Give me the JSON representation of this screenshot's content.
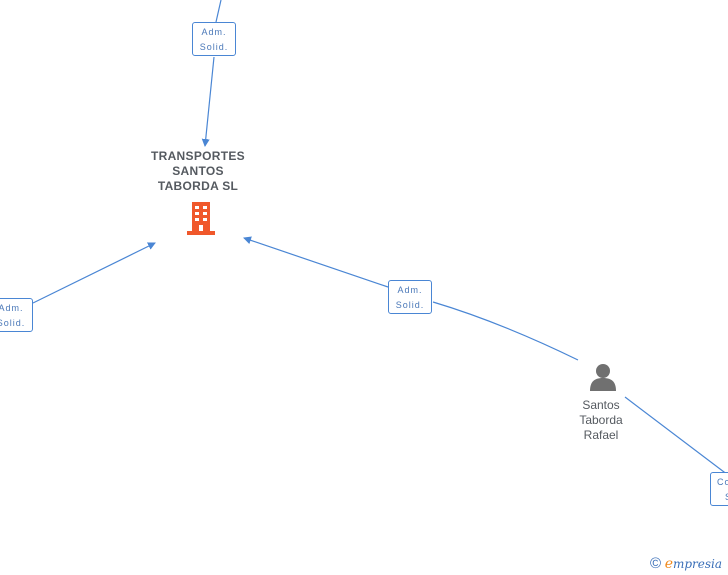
{
  "company": {
    "name_lines": [
      "TRANSPORTES",
      "SANTOS",
      "TABORDA SL"
    ],
    "icon": "building-icon",
    "color": "#f0582b"
  },
  "person": {
    "name_lines": [
      "Santos",
      "Taborda",
      "Rafael"
    ],
    "icon": "person-icon",
    "color": "#707070"
  },
  "edges": [
    {
      "from": "top-offscreen",
      "to": "company",
      "label_lines": [
        "Adm.",
        "Solid."
      ]
    },
    {
      "from": "left-offscreen",
      "to": "company",
      "label_lines": [
        "Adm.",
        "Solid."
      ]
    },
    {
      "from": "person",
      "to": "company",
      "label_lines": [
        "Adm.",
        "Solid."
      ]
    },
    {
      "from": "person",
      "to": "bottom-right-offscreen",
      "label_lines": [
        "Co",
        "S"
      ]
    }
  ],
  "edge_color": "#4a86d4",
  "footer": {
    "copyright_symbol": "©",
    "brand_initial": "e",
    "brand_rest": "mpresia"
  }
}
